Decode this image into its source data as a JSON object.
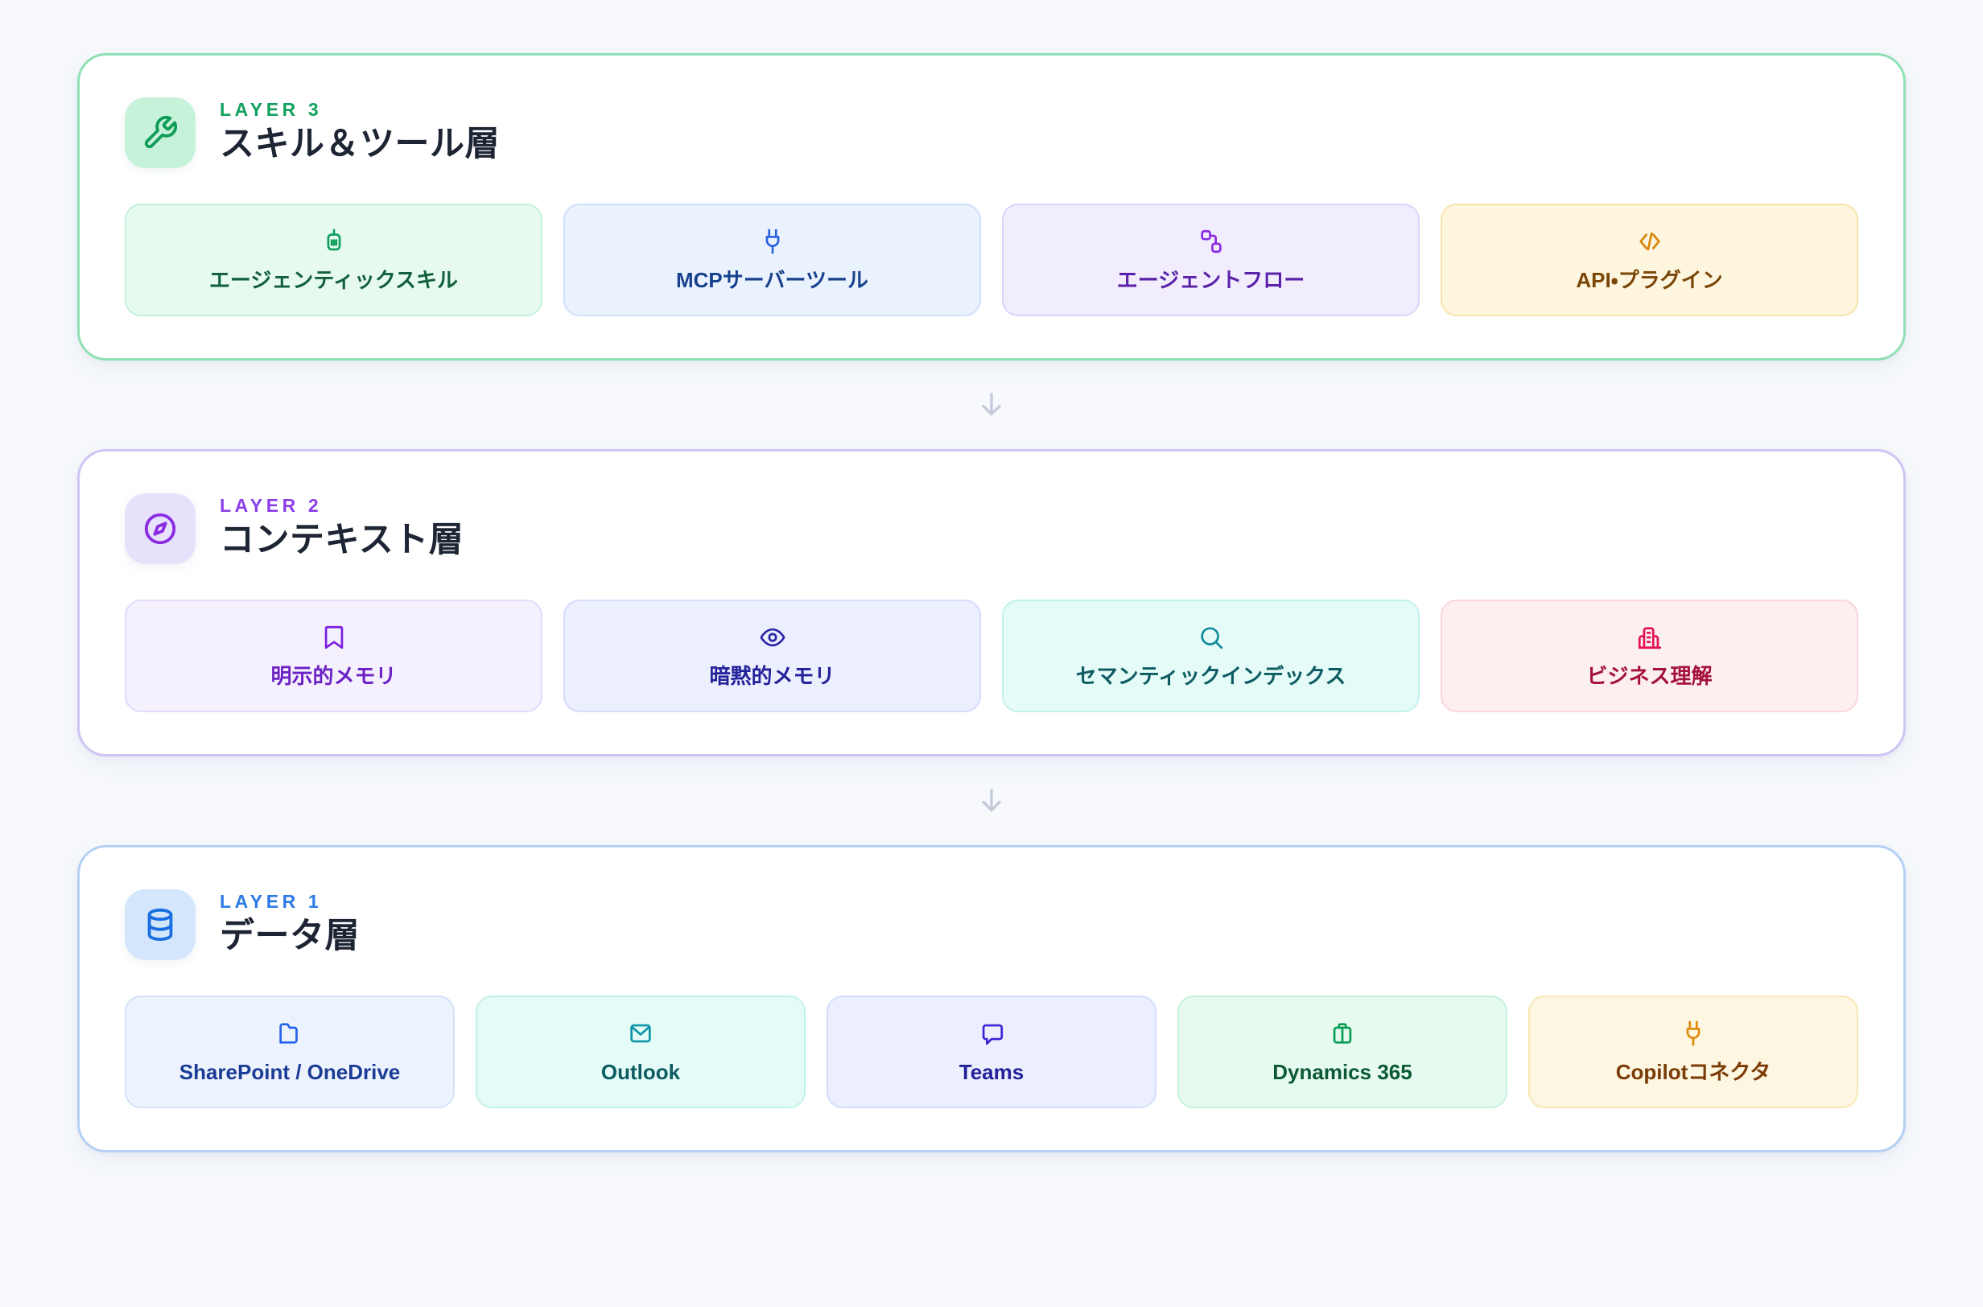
{
  "page": {
    "background_color": "#f7f9fc"
  },
  "connector": {
    "icon": "arrow-down-icon",
    "color": "#c3cada"
  },
  "layers": [
    {
      "id": "layer-3",
      "kicker": "LAYER 3",
      "title": "スキル＆ツール層",
      "badge_icon": "wrench-icon",
      "tone": "green",
      "border_color": "#8fe0b4",
      "kicker_color": "#12a05e",
      "badge_bg": "#c6f2da",
      "badge_icon_color": "#0f9d58",
      "chips": [
        {
          "label": "エージェンティックスキル",
          "icon": "robot-icon",
          "tone": "c-green",
          "icon_color": "#12a05e",
          "bg": "#e6faf0",
          "text": "#13603c"
        },
        {
          "label": "MCPサーバーツール",
          "icon": "plug-icon",
          "tone": "c-blue",
          "icon_color": "#2b62e0",
          "bg": "#eaf2fd",
          "text": "#17418d"
        },
        {
          "label": "エージェントフロー",
          "icon": "workflow-icon",
          "tone": "c-violet",
          "icon_color": "#8a2be2",
          "bg": "#f1edfd",
          "text": "#5a22a8"
        },
        {
          "label": "API・プラグイン",
          "icon": "code-icon",
          "tone": "c-amber",
          "icon_color": "#d98609",
          "bg": "#fdf5dd",
          "text": "#7a4608"
        }
      ]
    },
    {
      "id": "layer-2",
      "kicker": "LAYER 2",
      "title": "コンテキスト層",
      "badge_icon": "compass-icon",
      "tone": "purple",
      "border_color": "#cfc5f5",
      "kicker_color": "#8b3fe8",
      "badge_bg": "#e7e1fb",
      "badge_icon_color": "#8b2be2",
      "chips": [
        {
          "label": "明示的メモリ",
          "icon": "bookmark-icon",
          "tone": "c-lilac",
          "icon_color": "#7b1fe0",
          "bg": "#f4f0fd",
          "text": "#6b21c4"
        },
        {
          "label": "暗黙的メモリ",
          "icon": "eye-icon",
          "tone": "c-indigo",
          "icon_color": "#2a28a8",
          "bg": "#eceffd",
          "text": "#24229b"
        },
        {
          "label": "セマンティックインデックス",
          "icon": "search-icon",
          "tone": "c-teal",
          "icon_color": "#0f8b9e",
          "bg": "#e4fbf7",
          "text": "#0d5b63"
        },
        {
          "label": "ビジネス理解",
          "icon": "building-icon",
          "tone": "c-rose",
          "icon_color": "#e3124f",
          "bg": "#fdeef0",
          "text": "#a4123c"
        }
      ]
    },
    {
      "id": "layer-1",
      "kicker": "LAYER 1",
      "title": "データ層",
      "badge_icon": "database-icon",
      "tone": "blue",
      "border_color": "#b5d0f5",
      "kicker_color": "#2b7be4",
      "badge_bg": "#d3e6fb",
      "badge_icon_color": "#1a6fe0",
      "chips": [
        {
          "label": "SharePoint / OneDrive",
          "icon": "folder-icon",
          "tone": "c-sky",
          "icon_color": "#2563eb",
          "bg": "#edf3fd",
          "text": "#1b3c96"
        },
        {
          "label": "Outlook",
          "icon": "mail-icon",
          "tone": "c-teal",
          "icon_color": "#0d94a8",
          "bg": "#e4fbf7",
          "text": "#0d5b63"
        },
        {
          "label": "Teams",
          "icon": "message-icon",
          "tone": "c-indigo",
          "icon_color": "#3b24d6",
          "bg": "#eceffd",
          "text": "#24229b"
        },
        {
          "label": "Dynamics 365",
          "icon": "briefcase-icon",
          "tone": "c-mint",
          "icon_color": "#0a9d54",
          "bg": "#e6faf0",
          "text": "#0c5a33"
        },
        {
          "label": "Copilotコネクタ",
          "icon": "plug-icon",
          "tone": "c-cream",
          "icon_color": "#dd8b0b",
          "bg": "#fdf6e1",
          "text": "#7a3b06"
        }
      ]
    }
  ]
}
